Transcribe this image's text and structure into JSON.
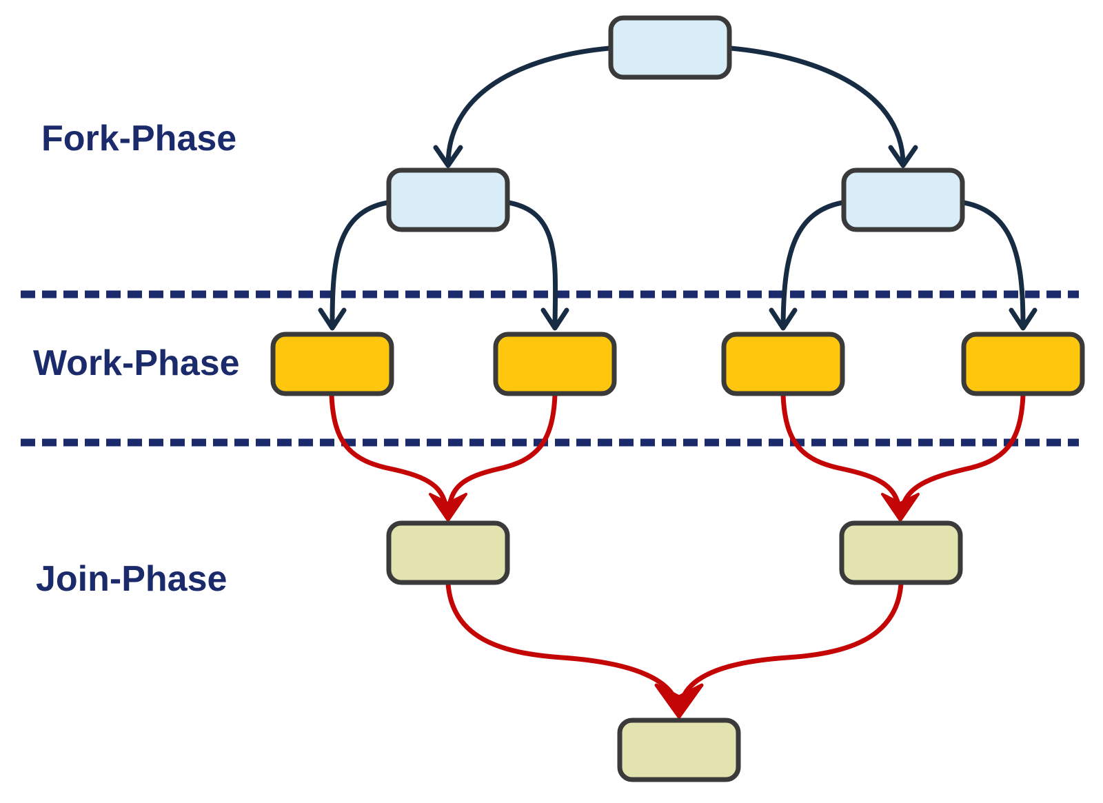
{
  "diagram": {
    "type": "fork-join-flow",
    "labels": {
      "fork": "Fork-Phase",
      "work": "Work-Phase",
      "join": "Join-Phase"
    },
    "colors": {
      "background": "#ffffff",
      "fork_node_fill": "#d8edf8",
      "work_node_fill": "#fec60d",
      "join_node_fill": "#e2e3af",
      "node_border": "#3a3a3a",
      "fork_arrow": "#172c42",
      "join_arrow": "#c40505",
      "divider": "#1a2a6b",
      "phase_label": "#1b2a6b"
    },
    "structure": {
      "nodes": [
        {
          "id": "root",
          "phase": "fork"
        },
        {
          "id": "fork-left",
          "phase": "fork"
        },
        {
          "id": "fork-right",
          "phase": "fork"
        },
        {
          "id": "work-1",
          "phase": "work"
        },
        {
          "id": "work-2",
          "phase": "work"
        },
        {
          "id": "work-3",
          "phase": "work"
        },
        {
          "id": "work-4",
          "phase": "work"
        },
        {
          "id": "join-left",
          "phase": "join"
        },
        {
          "id": "join-right",
          "phase": "join"
        },
        {
          "id": "final",
          "phase": "join"
        }
      ],
      "edges": [
        {
          "from": "root",
          "to": "fork-left",
          "kind": "fork"
        },
        {
          "from": "root",
          "to": "fork-right",
          "kind": "fork"
        },
        {
          "from": "fork-left",
          "to": "work-1",
          "kind": "fork"
        },
        {
          "from": "fork-left",
          "to": "work-2",
          "kind": "fork"
        },
        {
          "from": "fork-right",
          "to": "work-3",
          "kind": "fork"
        },
        {
          "from": "fork-right",
          "to": "work-4",
          "kind": "fork"
        },
        {
          "from": "work-1",
          "to": "join-left",
          "kind": "join"
        },
        {
          "from": "work-2",
          "to": "join-left",
          "kind": "join"
        },
        {
          "from": "work-3",
          "to": "join-right",
          "kind": "join"
        },
        {
          "from": "work-4",
          "to": "join-right",
          "kind": "join"
        },
        {
          "from": "join-left",
          "to": "final",
          "kind": "join"
        },
        {
          "from": "join-right",
          "to": "final",
          "kind": "join"
        }
      ]
    }
  }
}
